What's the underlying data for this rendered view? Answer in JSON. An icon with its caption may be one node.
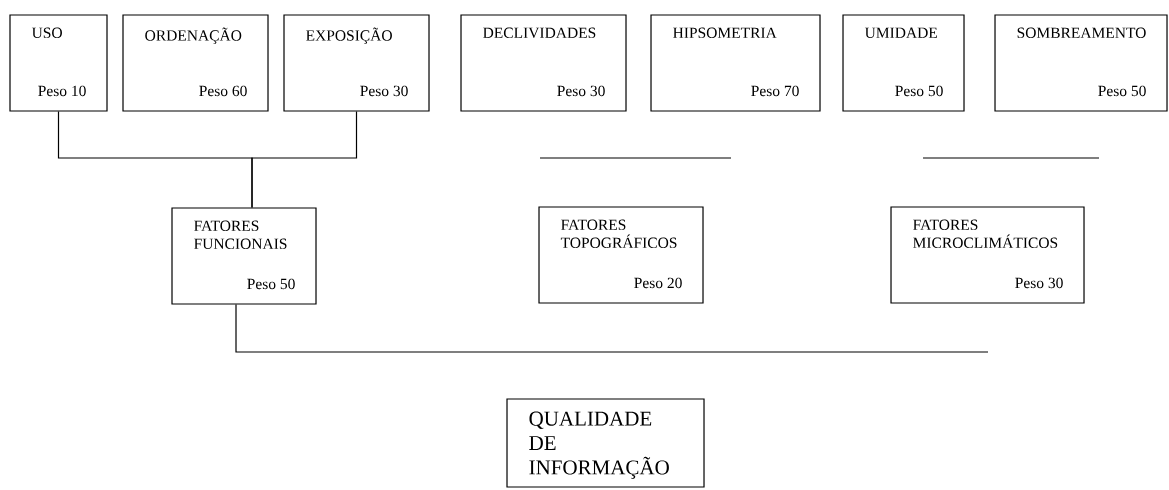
{
  "diagram": {
    "nodes": [
      {
        "text": [
          "USO",
          "Peso 10"
        ]
      },
      {
        "text": [
          "ORDENAÇÃO",
          "Peso 60"
        ]
      },
      {
        "text": [
          "EXPOSIÇÃO",
          "Peso 30"
        ]
      },
      {
        "text": [
          "DECLIVIDADES",
          "Peso 30"
        ]
      },
      {
        "text": [
          "HIPSOMETRIA",
          "Peso 70"
        ]
      },
      {
        "text": [
          "UMIDADE",
          "Peso 50"
        ]
      },
      {
        "text": [
          "SOMBREAMENTO",
          "Peso 50"
        ]
      },
      {
        "text": [
          "FATORES FUNCIONAIS",
          "Peso 50"
        ]
      },
      {
        "text": [
          "FATORES TOPOGRÁFICOS",
          "Peso 20"
        ]
      },
      {
        "text": [
          "FATORES MICROCLIMÁTICOS",
          "Peso 30"
        ]
      },
      {
        "text": [
          "QUALIDADE DE INFORMAÇÃO"
        ]
      }
    ],
    "edges": [
      {
        "from": 0,
        "to": 7,
        "arrow": "none"
      },
      {
        "from": 2,
        "to": 7,
        "arrow": "none"
      },
      {
        "from": 7,
        "to": null,
        "arrow": "none"
      }
    ]
  }
}
